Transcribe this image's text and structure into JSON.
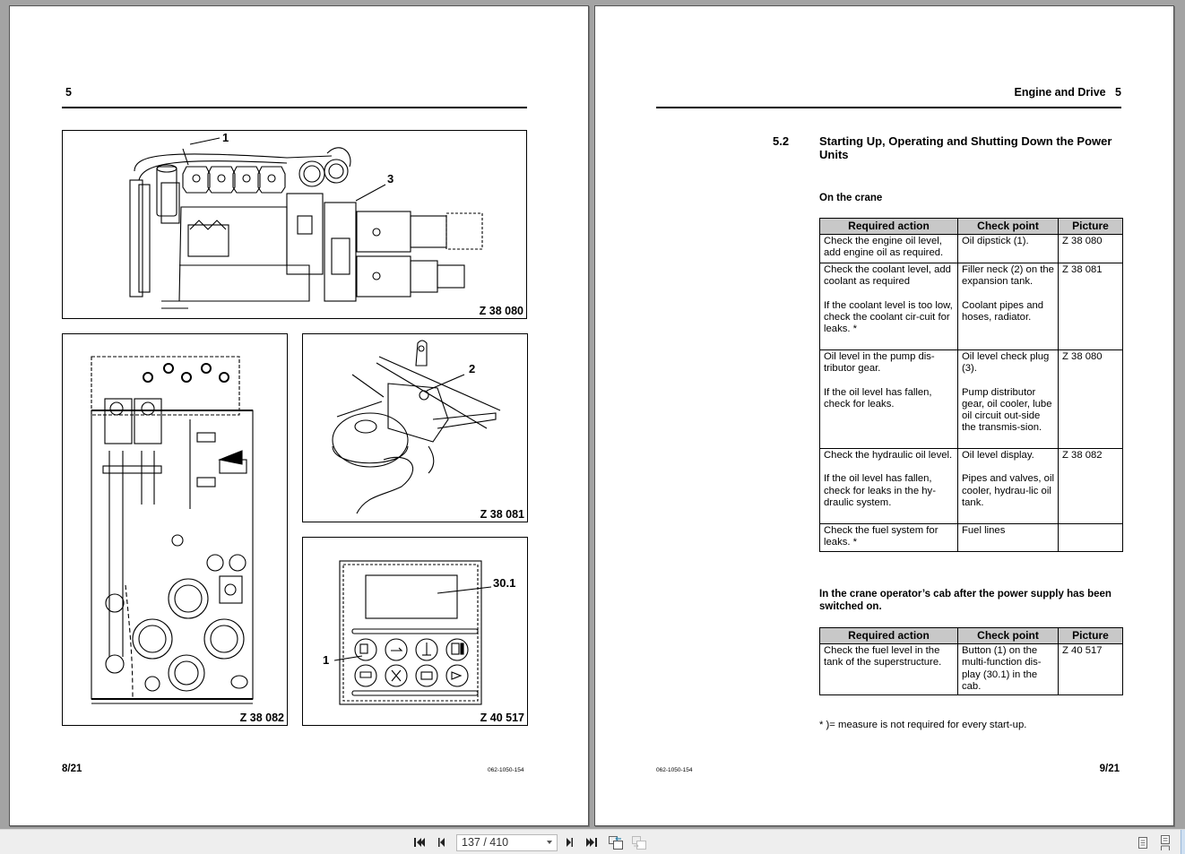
{
  "viewer": {
    "toolbar": {
      "first_page_icon": "first-page-icon",
      "prev_page_icon": "prev-page-icon",
      "page_field_value": "137 / 410",
      "next_page_icon": "next-page-icon",
      "last_page_icon": "last-page-icon",
      "prev_view_icon": "previous-view-icon",
      "next_view_icon": "next-view-icon",
      "single_page_icon": "single-page-view-icon",
      "continuous_icon": "continuous-view-icon"
    }
  },
  "left_page": {
    "chapter_number": "5",
    "figures": [
      {
        "id": "Z 38 080",
        "callouts": [
          "1",
          "3"
        ]
      },
      {
        "id": "Z 38 082",
        "callouts": []
      },
      {
        "id": "Z 38 081",
        "callouts": [
          "2"
        ]
      },
      {
        "id": "Z 40 517",
        "callouts": [
          "30.1",
          "1"
        ]
      }
    ],
    "page_number": "8/21",
    "doc_number": "062‑1050‑154"
  },
  "right_page": {
    "header": "Engine and Drive   5",
    "section_number": "5.2",
    "section_title": "Starting Up, Operating and Shutting Down the Power Units",
    "subheading_1": "On the crane",
    "table_1": {
      "headers": [
        "Required action",
        "Check point",
        "Picture"
      ],
      "rows": [
        {
          "action": [
            "Check the engine oil level, add engine oil as required."
          ],
          "check": [
            "Oil dipstick (1)."
          ],
          "picture": "Z 38 080"
        },
        {
          "action": [
            "Check the coolant level, add coolant as required",
            "If the coolant level is too low, check the coolant cir-cuit for leaks. *"
          ],
          "check": [
            "Filler neck (2) on the expansion tank.",
            "Coolant pipes and hoses, radiator."
          ],
          "picture": "Z 38 081"
        },
        {
          "action": [
            "Oil level in the pump dis-tributor gear.",
            "If the oil level has fallen, check for leaks."
          ],
          "check": [
            "Oil level check plug (3).",
            "Pump distributor gear, oil cooler, lube oil circuit out-side the transmis-sion."
          ],
          "picture": "Z 38 080"
        },
        {
          "action": [
            "Check the hydraulic oil level.",
            "If the oil level has fallen, check for leaks in the hy-draulic system."
          ],
          "check": [
            "Oil level display.",
            "Pipes and valves, oil cooler, hydrau-lic oil tank."
          ],
          "picture": "Z 38 082"
        },
        {
          "action": [
            "Check the fuel system for leaks. *"
          ],
          "check": [
            "Fuel lines"
          ],
          "picture": ""
        }
      ]
    },
    "subheading_2": "In the crane operator’s cab after the power supply has been switched on.",
    "table_2": {
      "headers": [
        "Required action",
        "Check point",
        "Picture"
      ],
      "rows": [
        {
          "action": [
            "Check the fuel level in the tank of the superstructure."
          ],
          "check": [
            "Button (1) on the multi‑function dis-play (30.1) in the cab."
          ],
          "picture": "Z 40 517"
        }
      ]
    },
    "footnote": "* )= measure is not required for every start‑up.",
    "page_number": "9/21",
    "doc_number": "062‑1050‑154"
  }
}
